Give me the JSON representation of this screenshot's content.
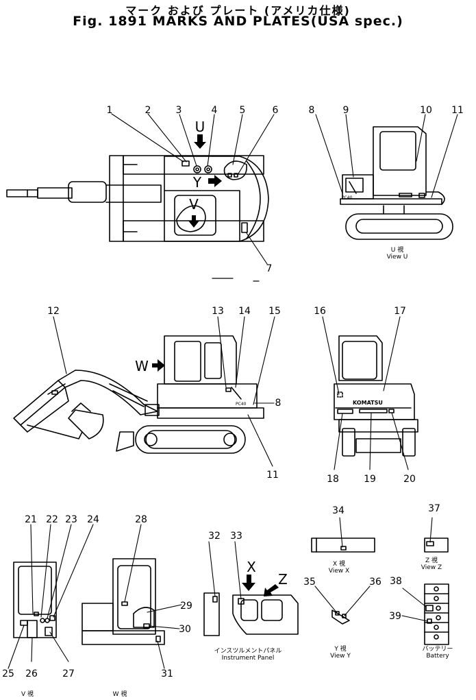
{
  "title_jp": "マーク および プレート (アメリカ仕様)",
  "title_en": "Fig. 1891 MARKS AND PLATES(USA spec.)",
  "callouts": [
    "1",
    "2",
    "3",
    "4",
    "5",
    "6",
    "7",
    "8",
    "9",
    "10",
    "11",
    "12",
    "13",
    "14",
    "15",
    "8",
    "11",
    "16",
    "17",
    "18",
    "19",
    "20",
    "21",
    "22",
    "23",
    "24",
    "25",
    "26",
    "27",
    "28",
    "29",
    "30",
    "31",
    "32",
    "33",
    "34",
    "35",
    "36",
    "37",
    "38",
    "39"
  ],
  "arrow_letters": [
    "U",
    "Y",
    "V",
    "W",
    "X",
    "Z"
  ],
  "views": {
    "u": {
      "jp": "U 視",
      "en": "View U"
    },
    "x": {
      "jp": "X 視",
      "en": "View X"
    },
    "z": {
      "jp": "Z 視",
      "en": "View Z"
    },
    "y": {
      "jp": "Y 視",
      "en": "View Y"
    },
    "v": {
      "jp": "V 視"
    },
    "w": {
      "jp": "W 視"
    },
    "panel": {
      "jp": "インスツルメントパネル",
      "en": "Instrument Panel"
    },
    "battery": {
      "jp": "バッテリー",
      "en": "Battery"
    }
  },
  "plate_texts": {
    "model": "PC40",
    "brand": "KOMATSU"
  }
}
